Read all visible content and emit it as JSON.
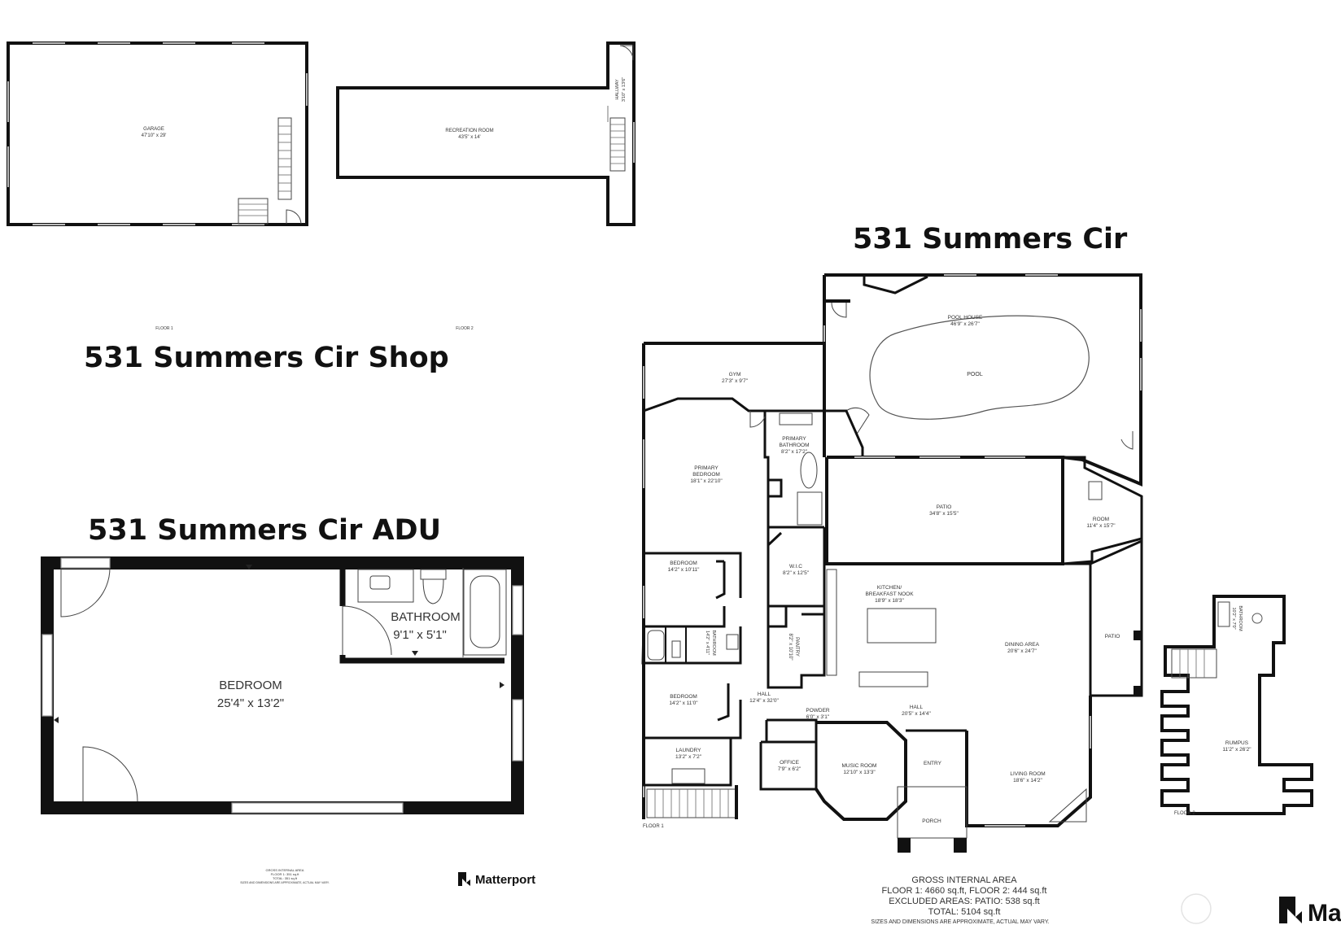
{
  "titles": {
    "shop": "531 Summers Cir Shop",
    "main": "531 Summers Cir",
    "adu": "531 Summers Cir ADU"
  },
  "shop": {
    "garage": {
      "name": "GARAGE",
      "dim": "47'10\" x 29'"
    },
    "recreation": {
      "name": "RECREATION ROOM",
      "dim": "43'5\" x 14'"
    },
    "hallway": {
      "name": "HALLWAY",
      "dim": "3'10\" x 13'6\""
    },
    "floor1": "FLOOR 1",
    "floor2": "FLOOR 2"
  },
  "adu": {
    "bedroom": {
      "name": "BEDROOM",
      "dim": "25'4\" x 13'2\""
    },
    "bathroom": {
      "name": "BATHROOM",
      "dim": "9'1\" x 5'1\""
    },
    "gia": [
      "GROSS INTERNAL AREA",
      "FLOOR 1: 351 sq.ft",
      "TOTAL: 351 sq.ft",
      "SIZES AND DIMENSIONS ARE APPROXIMATE, ACTUAL MAY VARY."
    ]
  },
  "main": {
    "rooms": {
      "pool_house": {
        "name": "POOL HOUSE",
        "dim": "46'9\" x 26'7\""
      },
      "pool": {
        "name": "POOL"
      },
      "gym": {
        "name": "GYM",
        "dim": "27'3\" x 9'7\""
      },
      "primary_bathroom": {
        "name1": "PRIMARY",
        "name2": "BATHROOM",
        "dim": "8'2\" x 17'2\""
      },
      "primary_bedroom": {
        "name1": "PRIMARY",
        "name2": "BEDROOM",
        "dim": "18'1\" x 22'10\""
      },
      "patio": {
        "name": "PATIO",
        "dim": "34'8\" x 15'5\""
      },
      "room": {
        "name": "ROOM",
        "dim": "11'4\" x 15'7\""
      },
      "bedroom1": {
        "name": "BEDROOM",
        "dim": "14'2\" x 10'11\""
      },
      "wic": {
        "name": "W.I.C",
        "dim": "8'2\" x 12'5\""
      },
      "kitchen": {
        "name1": "KITCHEN/",
        "name2": "BREAKFAST NOOK",
        "dim": "18'9\" x 18'3\""
      },
      "bathroom": {
        "name": "BATHROOM",
        "dim": "14'2\" x 4'11\""
      },
      "pantry": {
        "name": "PANTRY",
        "dim": "8'2\" x 10'10\""
      },
      "dining": {
        "name": "DINING AREA",
        "dim": "20'6\" x 24'7\""
      },
      "patio2": {
        "name": "PATIO"
      },
      "bedroom2": {
        "name": "BEDROOM",
        "dim": "14'2\" x 11'0\""
      },
      "hall1": {
        "name": "HALL",
        "dim": "12'4\" x 32'0\""
      },
      "powder": {
        "name": "POWDER",
        "dim": "6'0\" x 3'1\""
      },
      "hall2": {
        "name": "HALL",
        "dim": "20'5\" x 14'4\""
      },
      "laundry": {
        "name": "LAUNDRY",
        "dim": "13'2\" x 7'2\""
      },
      "office": {
        "name": "OFFICE",
        "dim": "7'9\" x 6'2\""
      },
      "music": {
        "name": "MUSIC ROOM",
        "dim": "12'10\" x 13'3\""
      },
      "entry": {
        "name": "ENTRY"
      },
      "living": {
        "name": "LIVING ROOM",
        "dim": "18'6\" x 14'2\""
      },
      "porch": {
        "name": "PORCH"
      }
    },
    "floor1": "FLOOR 1",
    "floor2_plan": {
      "bathroom": {
        "name": "BATHROOM",
        "dim": "10'2\" x 7'0\""
      },
      "rumpus": {
        "name": "RUMPUS",
        "dim": "11'2\" x 26'2\""
      },
      "floor2": "FLOOR 2"
    },
    "gia": {
      "line1": "GROSS INTERNAL AREA",
      "line2": "FLOOR 1: 4660 sq.ft, FLOOR 2: 444 sq.ft",
      "line3": "EXCLUDED AREAS: PATIO: 538 sq.ft",
      "line4": "TOTAL: 5104 sq.ft",
      "line5": "SIZES AND DIMENSIONS ARE APPROXIMATE, ACTUAL MAY VARY."
    }
  },
  "brand": {
    "left": "Matterport",
    "right": "Ma"
  }
}
